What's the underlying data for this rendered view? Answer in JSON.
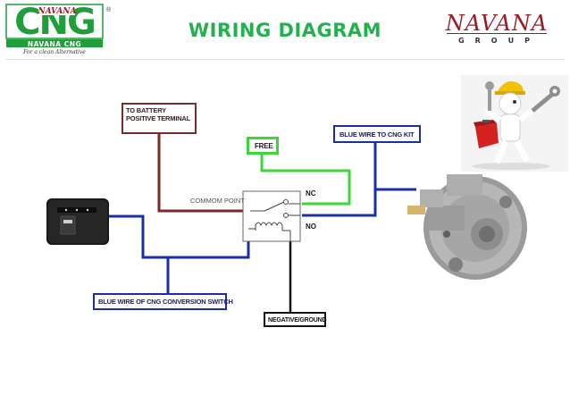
{
  "header": {
    "left_logo": {
      "badge": "NAVANA",
      "word": "CNG",
      "subtitle": "NAVANA CNG",
      "tagline": "For a clean Alternative",
      "registered": "®"
    },
    "title": "WIRING DIAGRAM",
    "right_logo": {
      "word": "NAVANA",
      "subword": "GROUP"
    }
  },
  "diagram": {
    "labels": {
      "battery": "TO BATTERY POSITIVE TERMINAL",
      "free": "FREE",
      "cng_kit": "BLUE WIRE TO CNG KIT",
      "switch": "BLUE WIRE OF CNG CONVERSION SWITCH",
      "ground": "NEGATIVE/GROUND",
      "common_point": "COMMOM POINT",
      "nc": "NC",
      "no": "NO"
    },
    "wire_colors": {
      "battery": "#7b2a2a",
      "free": "#3ad63a",
      "blue": "#1b2fa5",
      "ground": "#111111"
    },
    "icons": [
      "cng-switch-icon",
      "relay-icon",
      "cng-reducer-icon",
      "mechanic-toolbox-icon"
    ]
  },
  "colors": {
    "title": "#22b14c",
    "brand_green": "#1f9e3a",
    "brand_red": "#9a1c24"
  }
}
